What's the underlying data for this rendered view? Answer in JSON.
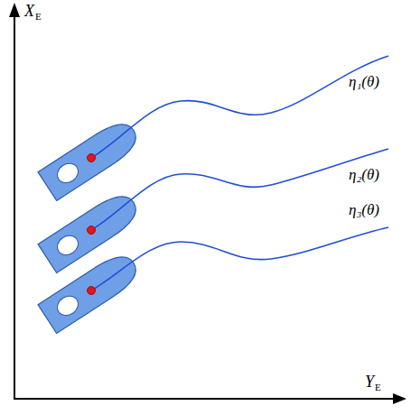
{
  "diagram": {
    "labels": [
      "X",
      "E",
      "η₁(θ)",
      "η₂(θ)",
      "η₃(θ)",
      "Y",
      "E"
    ]
  }
}
